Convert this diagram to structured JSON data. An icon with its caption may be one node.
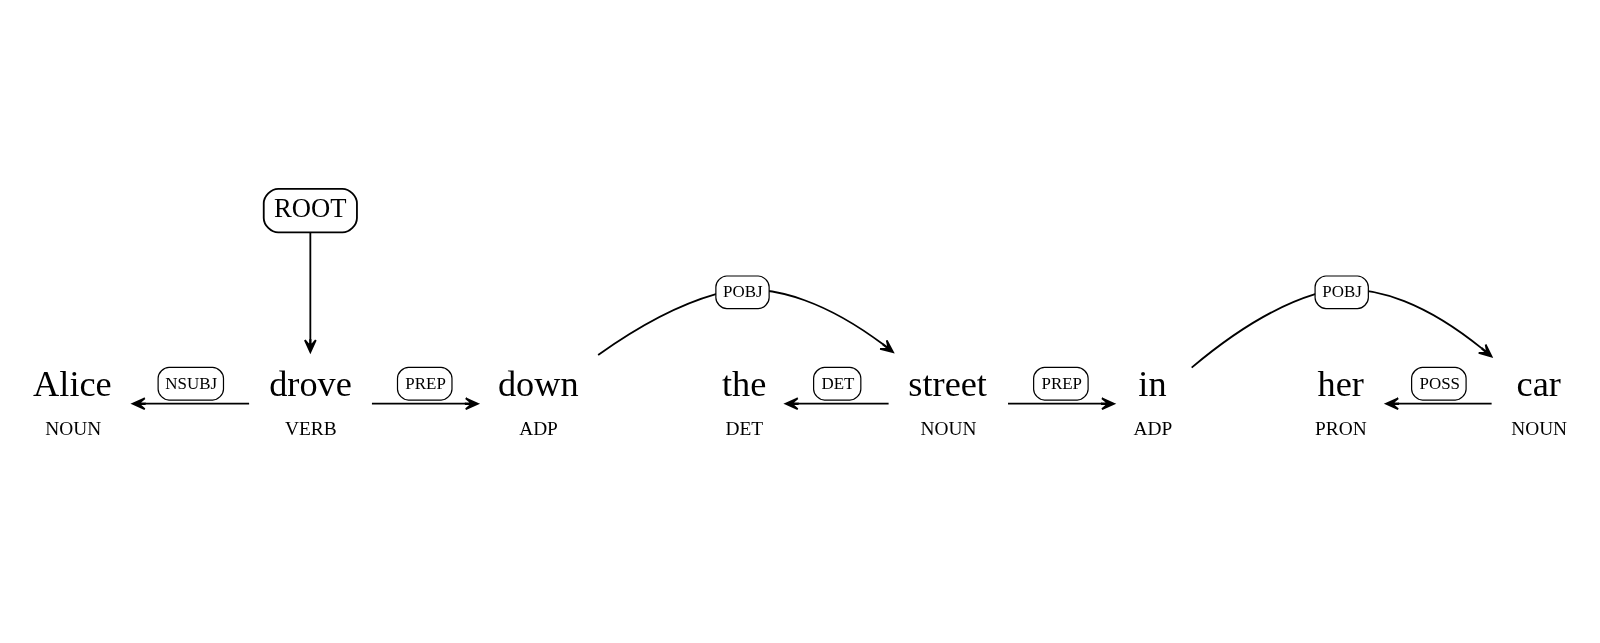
{
  "diagram": {
    "nodes": [
      {
        "text": [
          "ROOT"
        ]
      },
      {
        "text": [
          "Alice"
        ],
        "beside": [
          "NOUN"
        ]
      },
      {
        "text": [
          "drove"
        ],
        "beside": [
          "VERB"
        ]
      },
      {
        "text": [
          "down"
        ],
        "beside": [
          "ADP"
        ]
      },
      {
        "text": [
          "the"
        ],
        "beside": [
          "DET"
        ]
      },
      {
        "text": [
          "street"
        ],
        "beside": [
          "NOUN"
        ]
      },
      {
        "text": [
          "in"
        ],
        "beside": [
          "ADP"
        ]
      },
      {
        "text": [
          "her"
        ],
        "beside": [
          "PRON"
        ]
      },
      {
        "text": [
          "car"
        ],
        "beside": [
          "NOUN"
        ]
      }
    ],
    "edges": [
      {
        "from": 0,
        "to": 2,
        "arrow": "to"
      },
      {
        "from": 2,
        "to": 1,
        "arrow": "to",
        "label": "NSUBJ"
      },
      {
        "from": 2,
        "to": 3,
        "arrow": "to",
        "label": "PREP"
      },
      {
        "from": 3,
        "to": 5,
        "arrow": "to",
        "label": "POBJ"
      },
      {
        "from": 5,
        "to": 4,
        "arrow": "to",
        "label": "DET"
      },
      {
        "from": 5,
        "to": 6,
        "arrow": "to",
        "label": "PREP"
      },
      {
        "from": 6,
        "to": 8,
        "arrow": "to",
        "label": "POBJ"
      },
      {
        "from": 8,
        "to": 7,
        "arrow": "to",
        "label": "POSS"
      }
    ]
  }
}
